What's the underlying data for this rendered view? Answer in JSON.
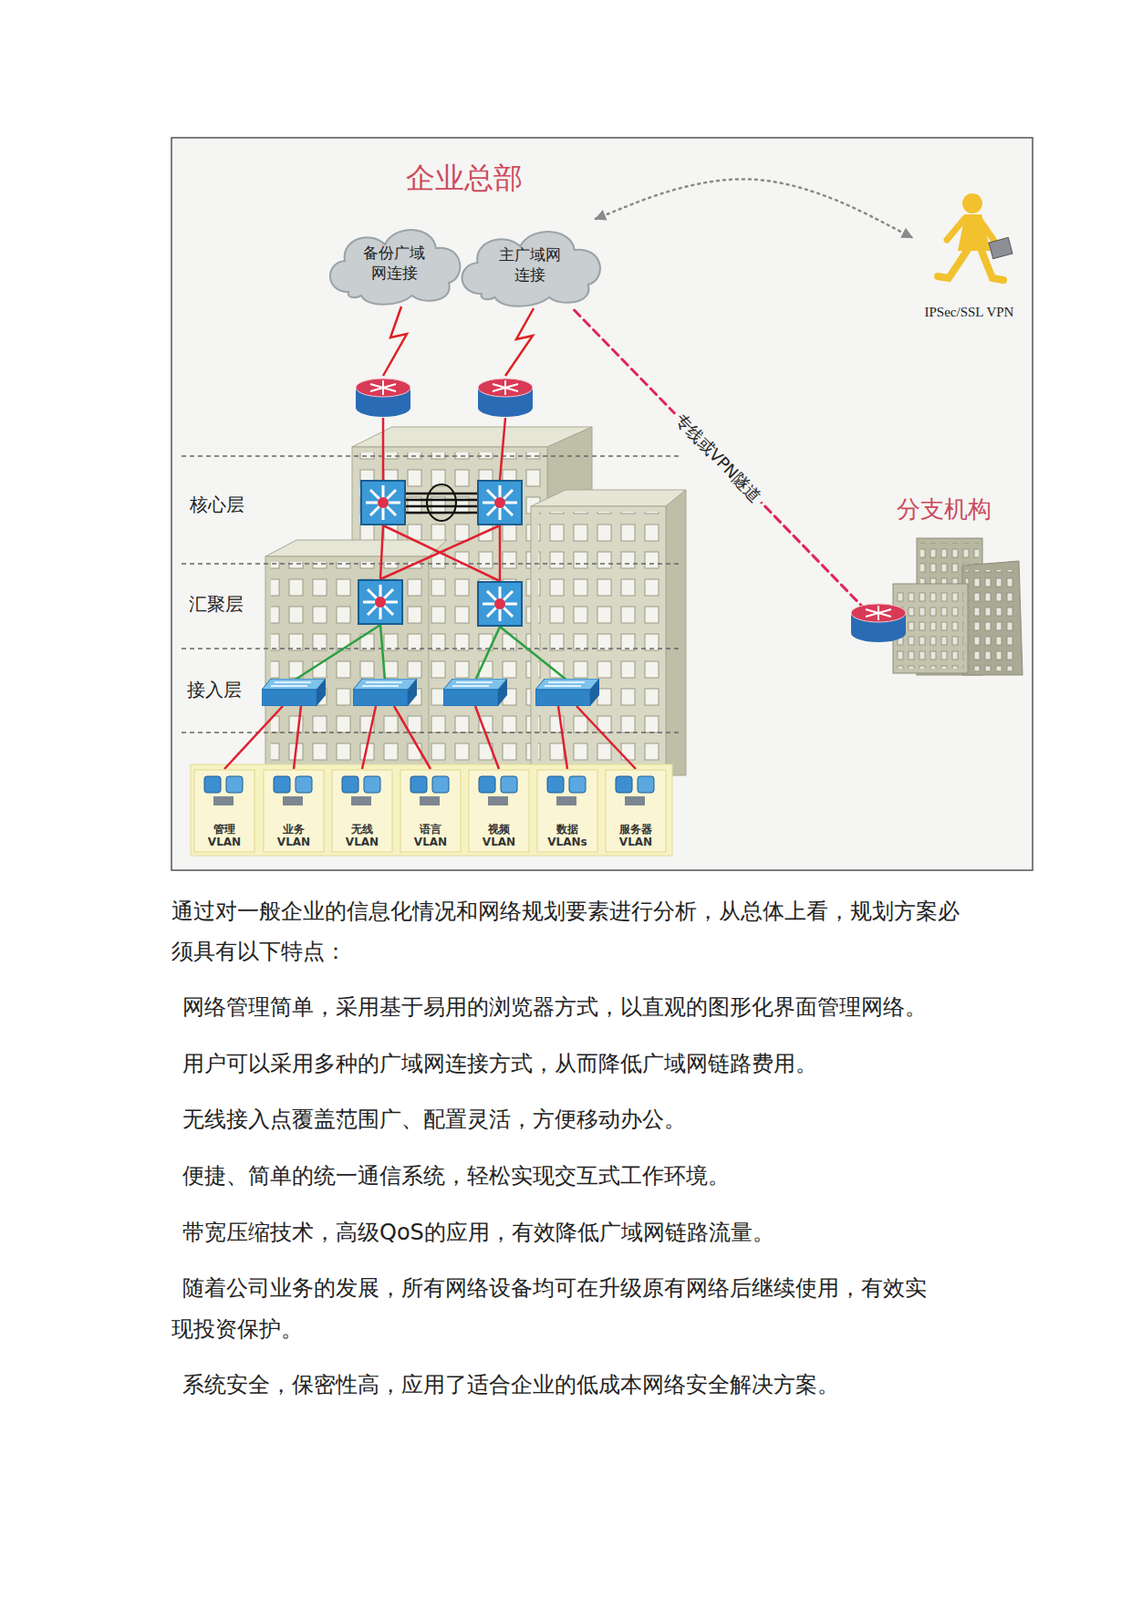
{
  "diagram": {
    "title": "企业总部",
    "nodes": [
      {
        "text": [
          "备份广域 网连接"
        ]
      },
      {
        "text": [
          "主广域网 连接"
        ]
      },
      {
        "text": [
          "IPSec/SSL VPN"
        ]
      },
      {
        "text": [
          "分支机构"
        ]
      },
      {
        "text": [
          "管理 VLAN"
        ]
      },
      {
        "text": [
          "业务 VLAN"
        ]
      },
      {
        "text": [
          "无线 VLAN"
        ]
      },
      {
        "text": [
          "语言 VLAN"
        ]
      },
      {
        "text": [
          "视频 VLAN"
        ]
      },
      {
        "text": [
          "数据 VLANs"
        ]
      },
      {
        "text": [
          "服务器 VLAN"
        ]
      }
    ],
    "edges": [
      {
        "from": 1,
        "to": 2,
        "arrow": "both"
      },
      {
        "from": 1,
        "to": 3,
        "arrow": "none",
        "label": "专线或VPN隧道"
      }
    ],
    "labels": [
      "核心层",
      "汇聚层",
      "接入层",
      "通过对一般企业的信息化情况和网络规划要素进行分析，从总体上看，规划方案必须具有以下特点：",
      "网络管理简单，采用基于易用的浏览器方式，以直观的图形化界面管理网络。",
      "用户可以采用多种的广域网连接方式，从而降低广域网链路费用。",
      "无线接入点覆盖范围广、配置灵活，方便移动办公。",
      "便捷、简单的统一通信系统，轻松实现交互式工作环境。",
      "带宽压缩技术，高级QoS的应用，有效降低广域网链路流量。",
      "随着公司业务的发展，所有网络设备均可在升级原有网络后继续使用，有效实现投资保护。",
      "系统安全，保密性高，应用了适合企业的低成本网络安全解决方案。"
    ]
  }
}
